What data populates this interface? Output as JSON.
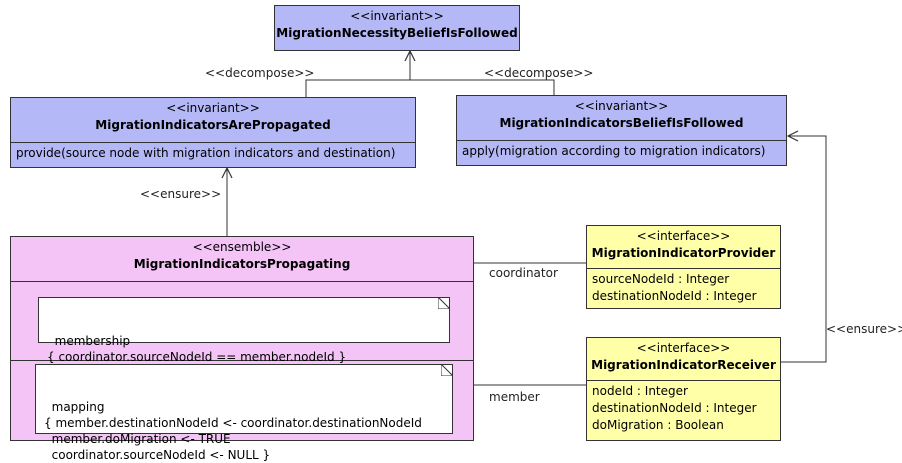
{
  "invariants": {
    "top": {
      "stereotype": "<<invariant>>",
      "name": "MigrationNecessityBeliefIsFollowed"
    },
    "left": {
      "stereotype": "<<invariant>>",
      "name": "MigrationIndicatorsArePropagated",
      "body": "provide(source node with migration indicators and destination)"
    },
    "right": {
      "stereotype": "<<invariant>>",
      "name": "MigrationIndicatorsBeliefIsFollowed",
      "body": "apply(migration according to migration indicators)"
    }
  },
  "ensemble": {
    "stereotype": "<<ensemble>>",
    "name": "MigrationIndicatorsPropagating",
    "membership_note": "membership\n{ coordinator.sourceNodeId == member.nodeId }",
    "mapping_note": "mapping\n{ member.destinationNodeId <- coordinator.destinationNodeId\n  member.doMigration <- TRUE\n  coordinator.sourceNodeId <- NULL }"
  },
  "interfaces": {
    "provider": {
      "stereotype": "<<interface>>",
      "name": "MigrationIndicatorProvider",
      "fields": [
        "sourceNodeId : Integer",
        "destinationNodeId : Integer"
      ]
    },
    "receiver": {
      "stereotype": "<<interface>>",
      "name": "MigrationIndicatorReceiver",
      "fields": [
        "nodeId : Integer",
        "destinationNodeId : Integer",
        "doMigration : Boolean"
      ]
    }
  },
  "labels": {
    "decompose_left": "<<decompose>>",
    "decompose_right": "<<decompose>>",
    "ensure_left": "<<ensure>>",
    "ensure_right": "<<ensure>>",
    "coordinator": "coordinator",
    "member": "member"
  }
}
